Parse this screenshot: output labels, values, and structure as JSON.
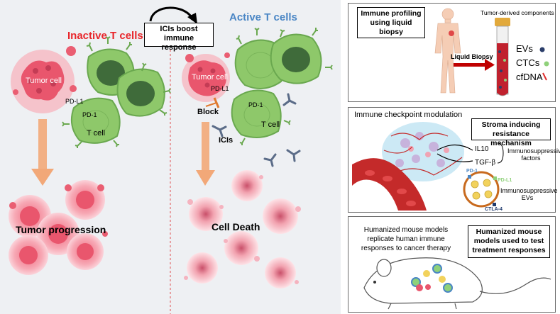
{
  "left_panel": {
    "inactive_title": "Inactive T cells",
    "active_title": "Active T cells",
    "icis_box": "ICIs boost immune response",
    "tumor_cell_left": "Tumor cell",
    "tumor_cell_right": "Tumor cell",
    "pd_l1_left": "PD-L1",
    "pd_l1_right": "PD-L1",
    "pd1_left": "PD-1",
    "pd1_right": "PD-1",
    "t_cell_left": "T cell",
    "t_cell_right": "T cell",
    "block": "Block",
    "icis": "ICIs",
    "tumor_progression": "Tumor progression",
    "cell_death": "Cell Death"
  },
  "panel_liquid_biopsy": {
    "box_title": "Immune profiling using liquid biopsy",
    "tumor_derived": "Tumor-derived  components",
    "arrow_label": "Liquid Biopsy",
    "items": [
      "EVs",
      "CTCs",
      "cfDNA"
    ]
  },
  "panel_checkpoint": {
    "heading": "Immune checkpoint modulation",
    "box_title": "Stroma inducing resistance mechanism",
    "il10": "IL10",
    "tgfb": "TGF-β",
    "immunosuppressive_factors": "Immunosuppressive factors",
    "pd1": "PD-1",
    "pdl1": "PD-L1",
    "ctla4": "CTLA-4",
    "immunosuppressive_evs": "Immunosuppressive EVs"
  },
  "panel_mouse": {
    "description": "Humanized mouse models replicate human immune responses to cancer therapy",
    "box_title": "Humanized mouse models used to test treatment responses"
  },
  "colors": {
    "inactive_title": "#e8262b",
    "active_title": "#4a86c5",
    "tcell_green": "#8ec86a",
    "tcell_nucleus": "#3f6b3a",
    "tumor_pink": "#ee6b7d",
    "arrow_orange": "#f2a878",
    "divider_red": "#e05050"
  }
}
